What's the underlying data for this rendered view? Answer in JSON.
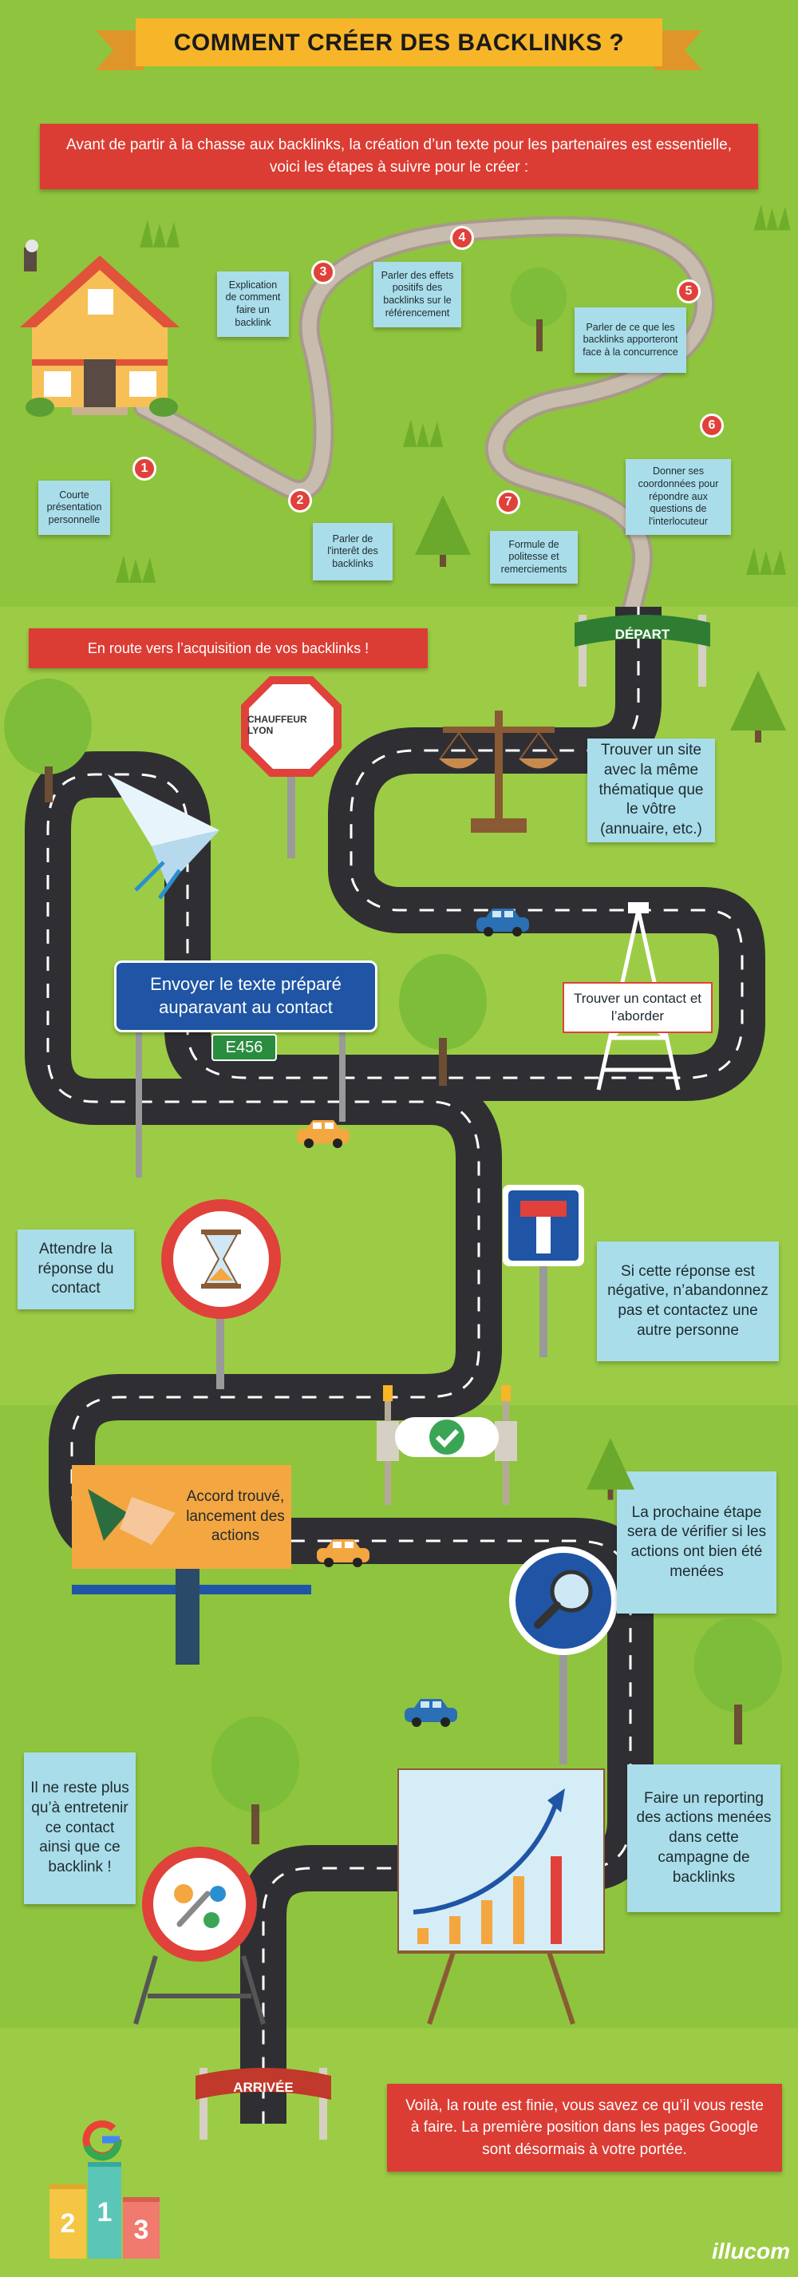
{
  "header": {
    "title": "COMMENT CRÉER DES BACKLINKS ?"
  },
  "intro": {
    "text": "Avant de partir à la chasse aux backlinks, la création d’un texte pour les partenaires est essentielle, voici les étapes à suivre pour le créer :"
  },
  "steps": [
    {
      "num": "1",
      "text": "Courte présentation personnelle"
    },
    {
      "num": "2",
      "text": "Parler de l'interêt des backlinks"
    },
    {
      "num": "3",
      "text": "Explication de comment faire un backlink"
    },
    {
      "num": "4",
      "text": "Parler des effets positifs des backlinks sur le référencement"
    },
    {
      "num": "5",
      "text": "Parler de ce que les backlinks apporteront face à la concurrence"
    },
    {
      "num": "6",
      "text": "Donner ses coordonnées pour répondre aux questions de l'interlocuteur"
    },
    {
      "num": "7",
      "text": "Formule de politesse et remerciements"
    }
  ],
  "route": {
    "banner": "En route vers l’acquisition de vos backlinks !",
    "depart": "DÉPART",
    "arrivee": "ARRIVÉE",
    "logo_sign": "CHAUFFEUR LYON",
    "trouver_site": "Trouver un site avec la même thématique que le vôtre (annuaire, etc.)",
    "trouver_contact": "Trouver un contact et l’aborder",
    "envoyer": "Envoyer le texte préparé auparavant au contact",
    "road_code": "E456",
    "attendre": "Attendre la réponse du contact",
    "negative": "Si cette réponse est négative, n’abandonnez pas et contactez une autre personne",
    "accord": "Accord trouvé, lancement des actions",
    "verifier": "La prochaine étape sera de vérifier si les actions ont bien été menées",
    "reporting": "Faire un reporting des actions menées dans cette campagne de backlinks",
    "entretenir": "Il ne reste plus qu’à entretenir ce contact ainsi que ce backlink !"
  },
  "conclusion": {
    "text": "Voilà, la route est finie, vous savez ce qu’il vous reste à faire. La première position dans les pages Google sont désormais à votre portée."
  },
  "podium": {
    "first": "1",
    "second": "2",
    "third": "3"
  },
  "brand": {
    "text": "illucom"
  },
  "colors": {
    "grass_light": "#8fc43e",
    "grass_mid": "#9fcc44",
    "road": "#2f2f33",
    "red": "#db3d34",
    "note_blue": "#a9dde9",
    "banner_yellow": "#f7b529"
  }
}
